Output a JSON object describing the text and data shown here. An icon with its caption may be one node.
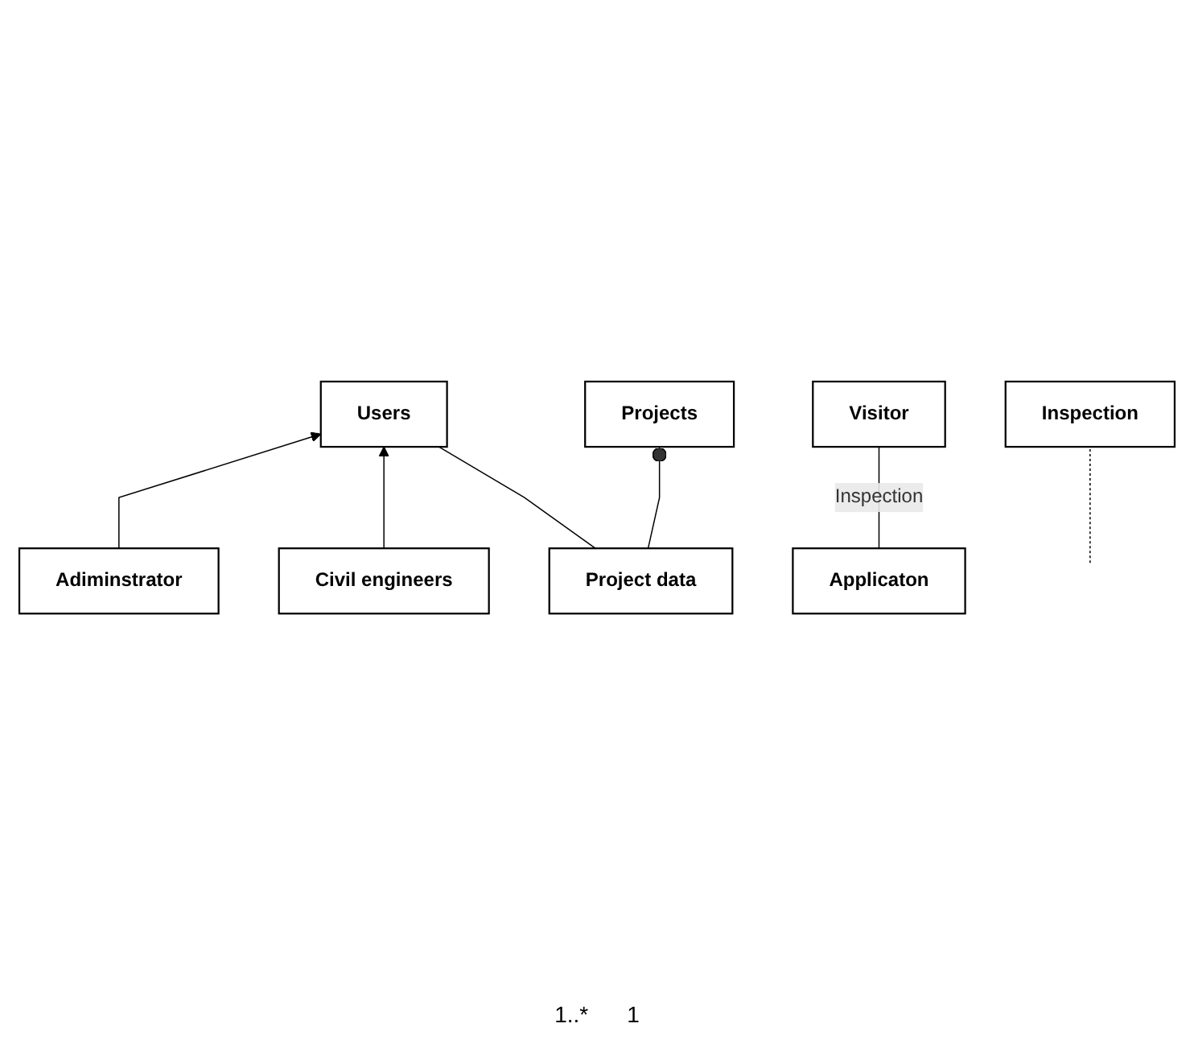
{
  "diagram": {
    "nodes": [
      {
        "text": [
          "Users"
        ]
      },
      {
        "text": [
          "Project data"
        ]
      },
      {
        "text": [
          "Adiminstrator"
        ]
      },
      {
        "text": [
          "Civil engineers"
        ]
      },
      {
        "text": [
          "Projects"
        ]
      },
      {
        "text": [
          "Visitor"
        ]
      },
      {
        "text": [
          "Inspection"
        ]
      },
      {
        "text": [
          "Applicaton"
        ]
      }
    ],
    "edges": [
      {
        "from": 2,
        "to": 0,
        "arrow": "to"
      },
      {
        "from": 3,
        "to": 0,
        "arrow": "to"
      },
      {
        "from": 1,
        "to": 0,
        "arrow": "none"
      },
      {
        "from": 1,
        "to": 4,
        "arrow": "other"
      },
      {
        "from": 7,
        "to": 5,
        "arrow": "none",
        "label": "Inspection"
      },
      {
        "from": null,
        "to": 6,
        "arrow": "none",
        "style": "dashed"
      }
    ],
    "labels": [
      "1..*",
      "1"
    ]
  }
}
